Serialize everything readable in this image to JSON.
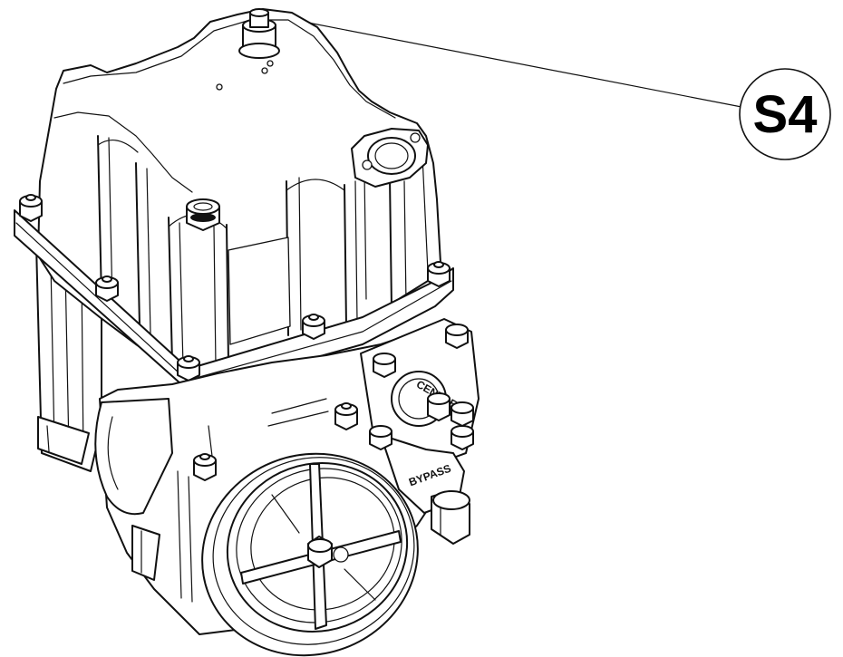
{
  "callout": {
    "label": "S4"
  },
  "embossed_text": {
    "upper_cover": "CENTRE",
    "lower_cover": "BYPASS"
  },
  "colors": {
    "line": "#111111",
    "background": "#ffffff"
  }
}
